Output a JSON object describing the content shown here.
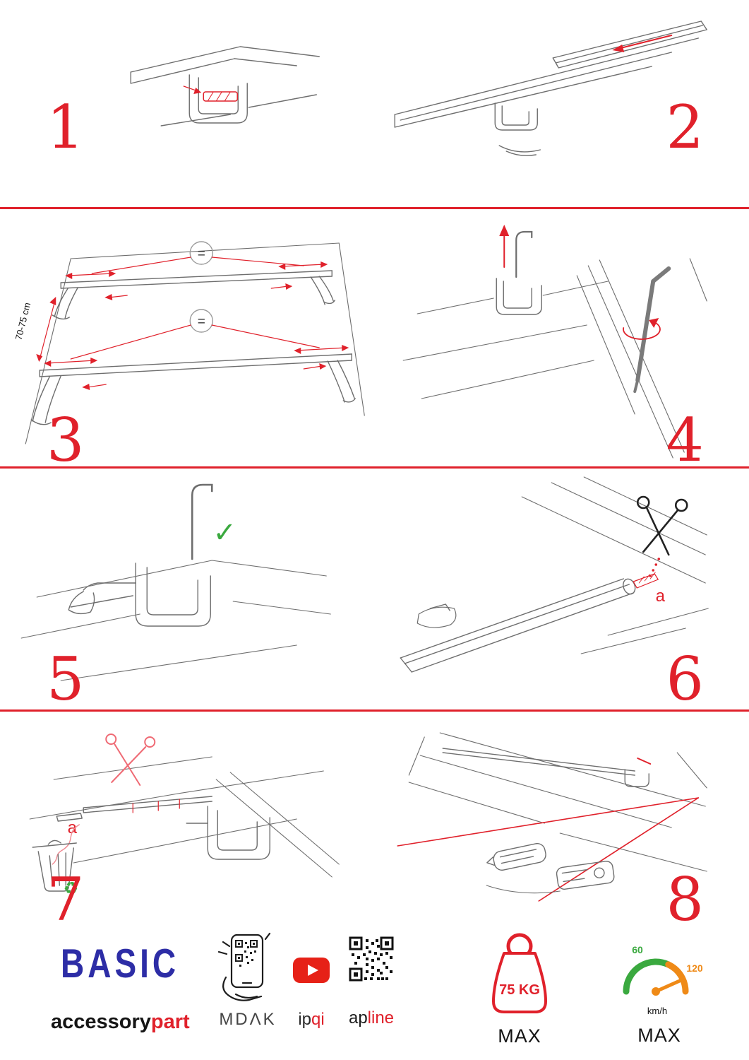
{
  "colors": {
    "accent": "#e0212b",
    "brand_blue": "#2d2da6",
    "green": "#3aa93f",
    "orange": "#ef8a17",
    "line_gray": "#6e6e6e",
    "youtube_red": "#e62117"
  },
  "steps": [
    {
      "number": "1"
    },
    {
      "number": "2"
    },
    {
      "number": "3",
      "measure": "70-75 cm",
      "equals": "="
    },
    {
      "number": "4"
    },
    {
      "number": "5"
    },
    {
      "number": "6",
      "part_label": "a"
    },
    {
      "number": "7",
      "part_label": "a"
    },
    {
      "number": "8"
    }
  ],
  "glyphs": {
    "checkmark": "✓",
    "recycle": "♻"
  },
  "footer": {
    "brand_title": "BASIC",
    "brand_sub_black": "accessory",
    "brand_sub_red": "part",
    "partner_mdak": "MDΛK",
    "partner_ipqi_black": "ip",
    "partner_ipqi_red": "qi",
    "partner_apline_black": "ap",
    "partner_apline_red": "line",
    "weight_value": "75 KG",
    "weight_max_label": "MAX",
    "speed_low": "60",
    "speed_high": "120",
    "speed_unit": "km/h",
    "speed_max_label": "MAX"
  }
}
